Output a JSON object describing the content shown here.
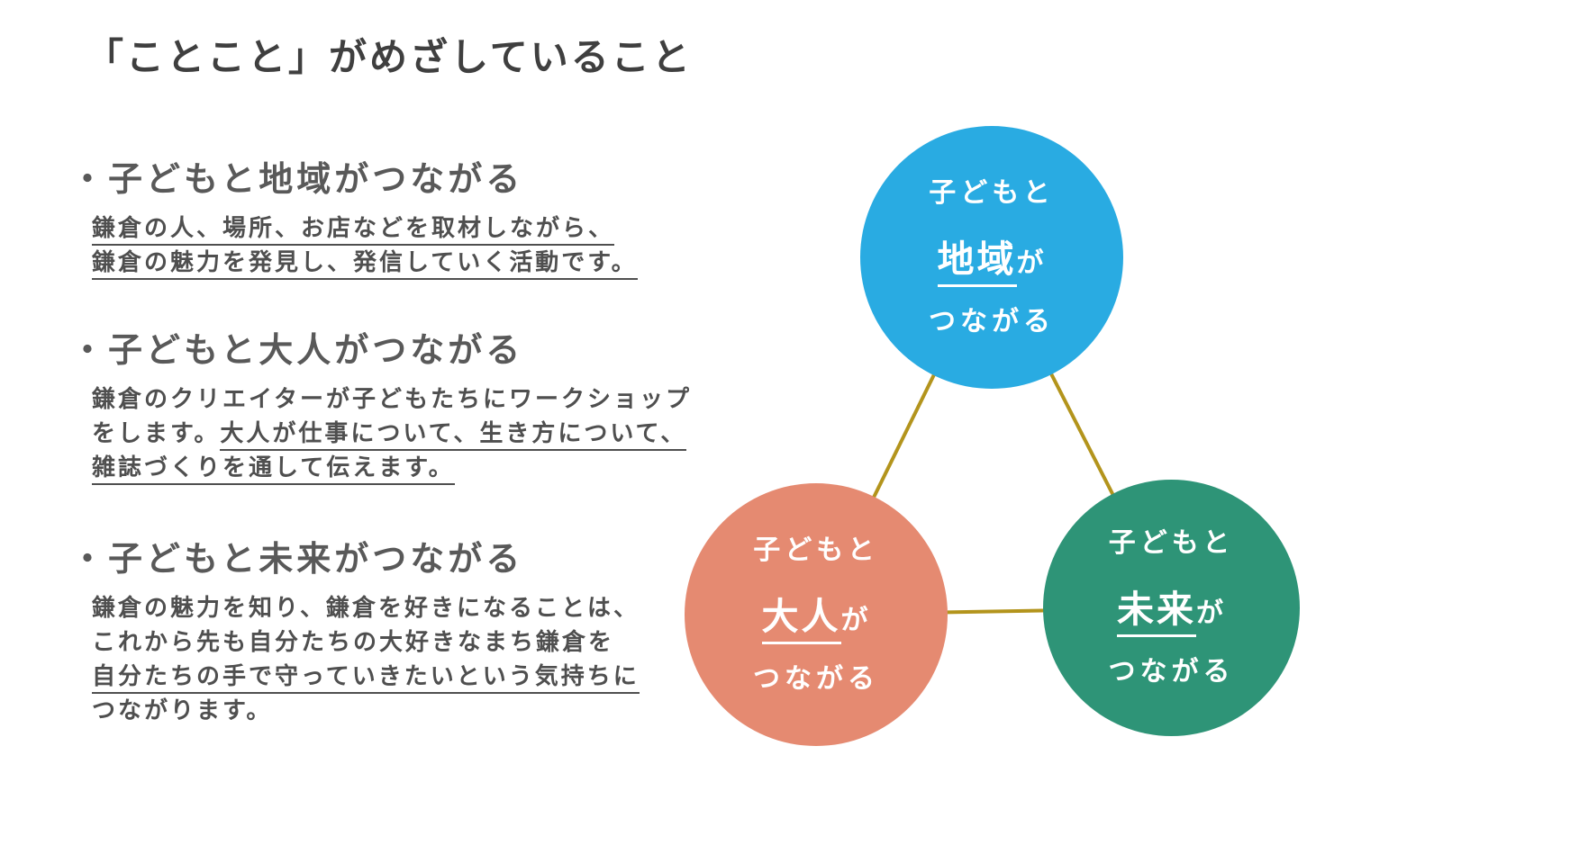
{
  "title": "「ことこと」がめざしていること",
  "sections": [
    {
      "heading": "・子どもと地域がつながる",
      "lines": [
        {
          "plain": "",
          "underlined": "鎌倉の人、場所、お店などを取材しながら、"
        },
        {
          "plain": "",
          "underlined": "鎌倉の魅力を発見し、発信していく活動です。"
        }
      ]
    },
    {
      "heading": "・子どもと大人がつながる",
      "lines": [
        {
          "plain": "鎌倉のクリエイターが子どもたちにワークショップ",
          "underlined": ""
        },
        {
          "plain": "をします。",
          "underlined": "大人が仕事について、生き方について、"
        },
        {
          "plain": "",
          "underlined": "雑誌づくりを通して伝えます。"
        }
      ]
    },
    {
      "heading": "・子どもと未来がつながる",
      "lines": [
        {
          "plain": "鎌倉の魅力を知り、鎌倉を好きになることは、",
          "underlined": ""
        },
        {
          "plain": "これから先も自分たちの大好きなまち鎌倉を",
          "underlined": ""
        },
        {
          "plain": "",
          "underlined": "自分たちの手で守っていきたいという気持ちに"
        },
        {
          "plain": "つながります。",
          "underlined": ""
        }
      ]
    }
  ],
  "diagram": {
    "connector_color": "#b3941c",
    "circles": [
      {
        "id": "region",
        "color": "#29abe2",
        "line1": "子どもと",
        "keyword": "地域",
        "particle": "が",
        "line3": "つながる"
      },
      {
        "id": "adults",
        "color": "#e58a71",
        "line1": "子どもと",
        "keyword": "大人",
        "particle": "が",
        "line3": "つながる"
      },
      {
        "id": "future",
        "color": "#2e9477",
        "line1": "子どもと",
        "keyword": "未来",
        "particle": "が",
        "line3": "つながる"
      }
    ]
  }
}
